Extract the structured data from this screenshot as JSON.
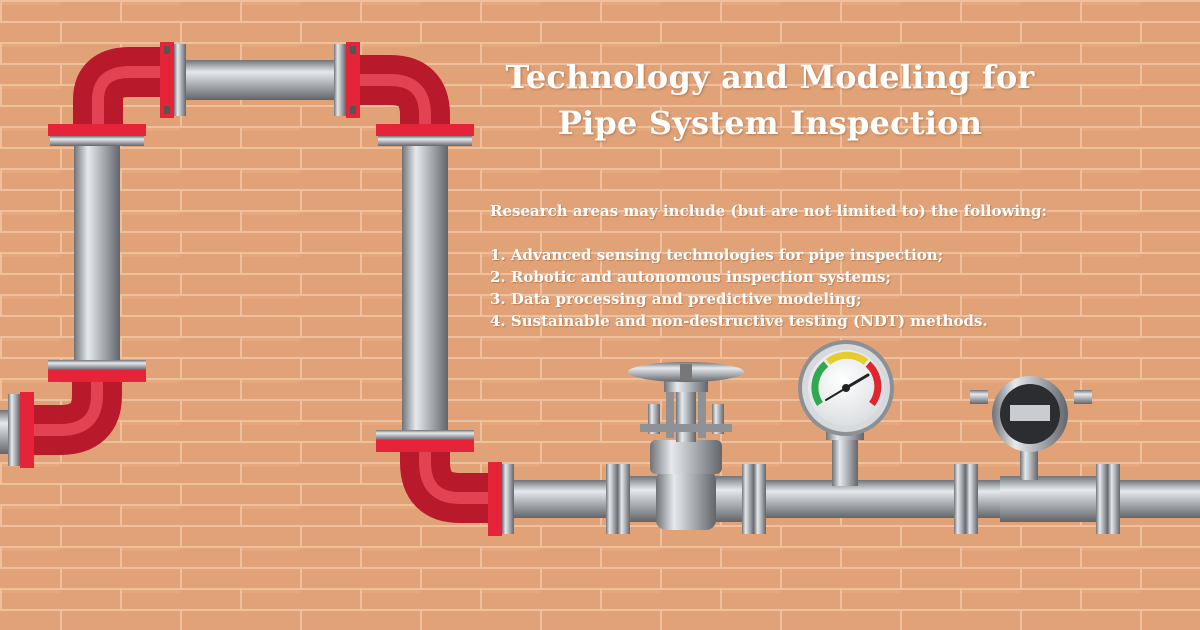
{
  "title_lines": [
    "Technology and Modeling for",
    "Pipe System Inspection"
  ],
  "intro": "Research areas may include (but are not limited to) the following:",
  "items": [
    "1. Advanced sensing technologies for pipe inspection;",
    "2. Robotic and autonomous inspection systems;",
    "3. Data processing and predictive modeling;",
    "4. Sustainable and non-destructive testing (NDT) methods."
  ],
  "colors": {
    "wall": "#e2a277",
    "mortar": "#f0c4a2",
    "pipe_red": "#e5243a",
    "pipe_steel": "#a9aeb3",
    "gauge_green": "#2fa84f",
    "gauge_yellow": "#e8cc2c",
    "gauge_red": "#e0252d"
  },
  "icons": [
    "brick-wall",
    "steel-pipe",
    "red-elbow-pipe",
    "flange",
    "gate-valve",
    "pressure-gauge",
    "flow-transmitter"
  ]
}
